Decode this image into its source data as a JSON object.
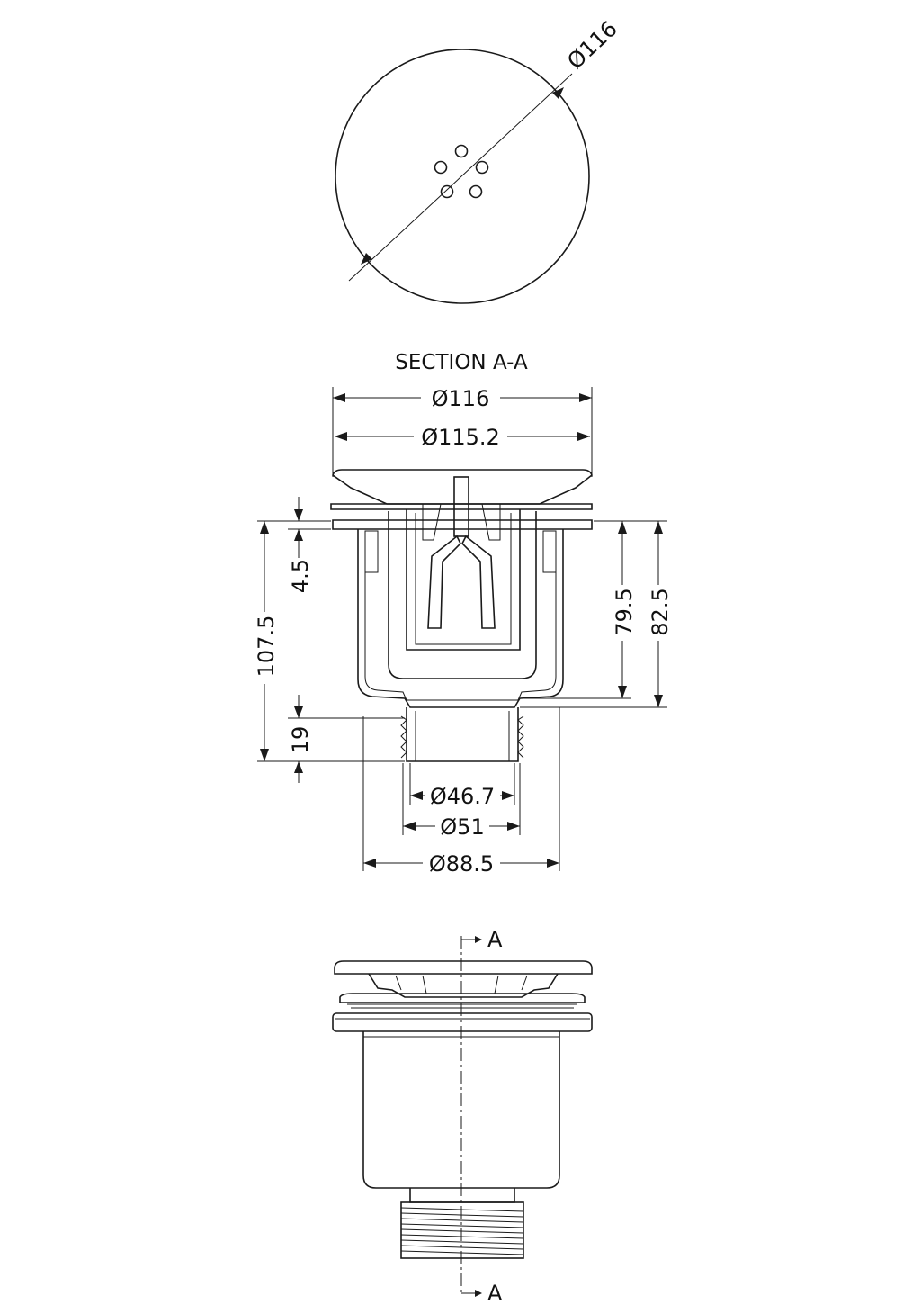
{
  "colors": {
    "line": "#1a1a1a",
    "background": "#ffffff"
  },
  "top_view": {
    "diameter_label": "Ø116"
  },
  "section": {
    "title": "SECTION A-A",
    "top_diameter": "Ø116",
    "cap_diameter": "Ø115.2",
    "flange_thickness": "4.5",
    "overall_height": "107.5",
    "outlet_height": "19",
    "body_height_inner": "79.5",
    "body_height_outer": "82.5",
    "outlet_inner_diameter": "Ø46.7",
    "outlet_outer_diameter": "Ø51",
    "body_diameter": "Ø88.5"
  },
  "side_view": {
    "section_mark_top": "A",
    "section_mark_bottom": "A"
  }
}
